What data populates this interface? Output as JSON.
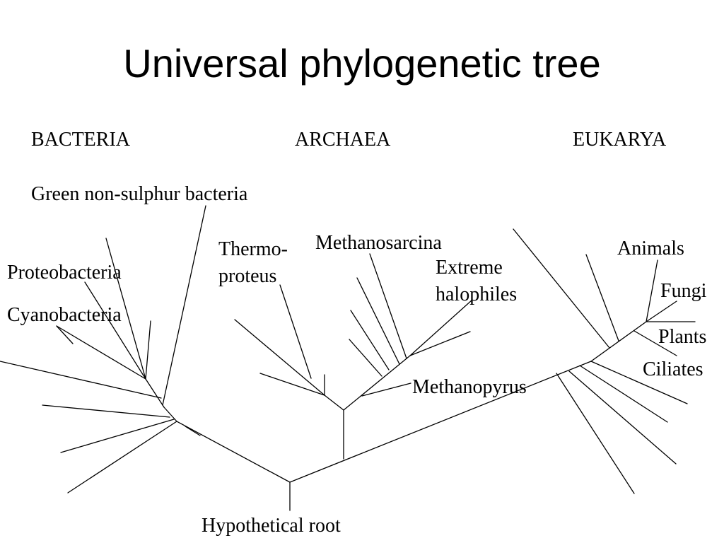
{
  "title": "Universal phylogenetic tree",
  "domains": {
    "bacteria": "BACTERIA",
    "archaea": "ARCHAEA",
    "eukarya": "EUKARYA"
  },
  "labels": {
    "green_non_sulphur": "Green non-sulphur bacteria",
    "proteobacteria": "Proteobacteria",
    "cyanobacteria": "Cyanobacteria",
    "thermoproteus": "Thermo-\nproteus",
    "methanosarcina": "Methanosarcina",
    "extreme_halophiles": "Extreme\nhalophiles",
    "methanopyrus": "Methanopyrus",
    "animals": "Animals",
    "fungi": "Fungi",
    "plants": "Plants",
    "ciliates": "Ciliates",
    "root": "Hypothetical root"
  }
}
